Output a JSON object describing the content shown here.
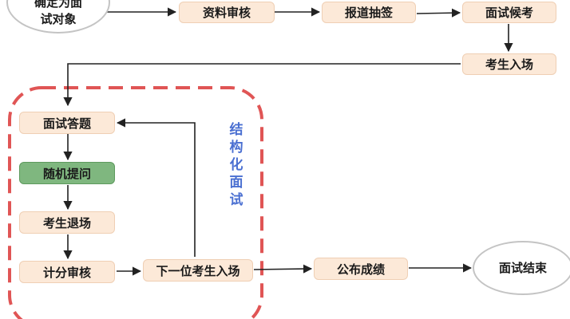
{
  "diagram": {
    "start_oval": {
      "line1": "确定为面",
      "line2": "试对象"
    },
    "end_oval": "面试结束",
    "nodes": {
      "zi_liao_shen_he": "资料审核",
      "bao_dao_chou_qian": "报道抽签",
      "mian_shi_hou_kao": "面试候考",
      "kao_sheng_ru_chang": "考生入场",
      "mian_shi_da_ti": "面试答题",
      "sui_ji_ti_wen": "随机提问",
      "kao_sheng_tui_chang": "考生退场",
      "ji_fen_shen_he": "计分审核",
      "xia_yi_wei": "下一位考生入场",
      "gong_bu_cheng_ji": "公布成绩"
    },
    "group_label": [
      "结",
      "构",
      "化",
      "面",
      "试"
    ],
    "colors": {
      "node_fill": "#fce9d8",
      "highlight_fill": "#7fb77f",
      "group_border": "#e05555",
      "group_label": "#4a6fd1",
      "arrow": "#222222"
    }
  }
}
